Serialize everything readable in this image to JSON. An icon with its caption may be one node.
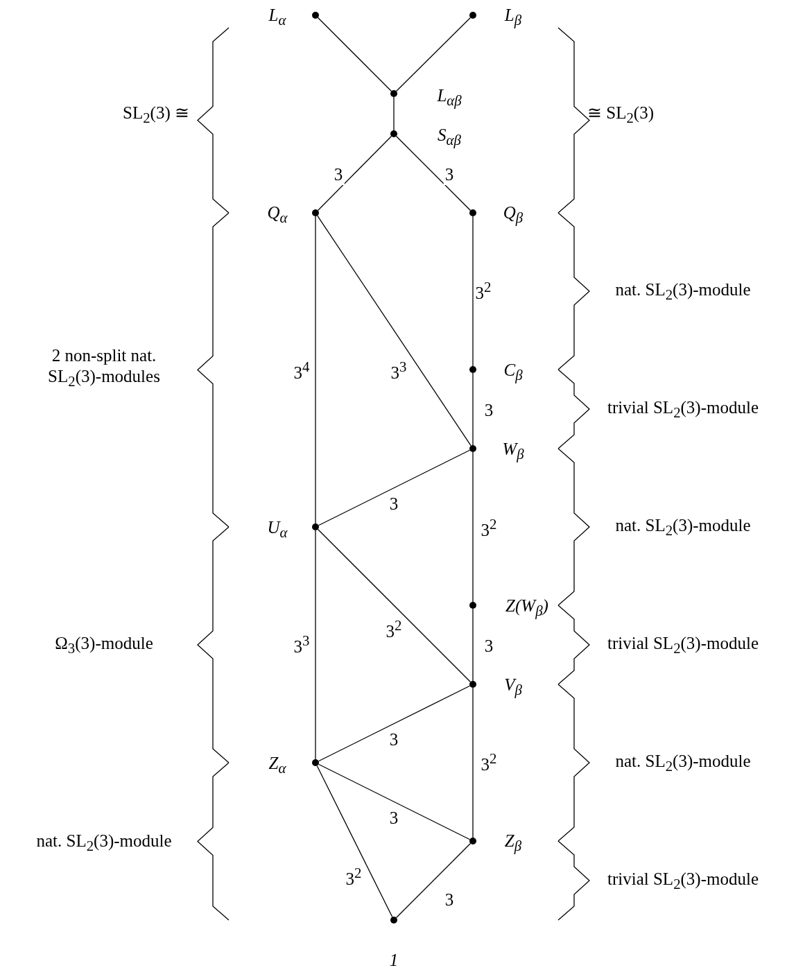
{
  "diagram": {
    "nodes": [
      {
        "text": [],
        "shape": "circle",
        "beside": [
          "L$_{α}$"
        ]
      },
      {
        "text": [],
        "shape": "circle",
        "beside": [
          "L$_{β}$"
        ]
      },
      {
        "text": [],
        "shape": "circle",
        "beside": [
          "L$_{αβ}$"
        ]
      },
      {
        "text": [],
        "shape": "circle",
        "beside": [
          "S$_{αβ}$"
        ]
      },
      {
        "text": [],
        "shape": "circle",
        "beside": [
          "Q$_{α}$"
        ]
      },
      {
        "text": [],
        "shape": "circle",
        "beside": [
          "Q$_{β}$"
        ]
      },
      {
        "text": [],
        "shape": "circle",
        "beside": [
          "C$_{β}$"
        ]
      },
      {
        "text": [],
        "shape": "circle",
        "beside": [
          "W$_{β}$"
        ]
      },
      {
        "text": [],
        "shape": "circle",
        "beside": [
          "U$_{α}$"
        ]
      },
      {
        "text": [],
        "shape": "circle",
        "beside": [
          "Z(W$_{β}$)"
        ]
      },
      {
        "text": [],
        "shape": "circle",
        "beside": [
          "V$_{β}$"
        ]
      },
      {
        "text": [],
        "shape": "circle",
        "beside": [
          "Z$_{α}$"
        ]
      },
      {
        "text": [],
        "shape": "circle",
        "beside": [
          "Z$_{β}$"
        ]
      },
      {
        "text": [],
        "shape": "circle",
        "beside": [
          "1"
        ]
      }
    ],
    "edges": [
      {
        "from": 0,
        "to": 2,
        "arrow": "none"
      },
      {
        "from": 1,
        "to": 2,
        "arrow": "none"
      },
      {
        "from": 2,
        "to": 3,
        "arrow": "none"
      },
      {
        "from": 3,
        "to": 4,
        "arrow": "none",
        "label": "3"
      },
      {
        "from": 3,
        "to": 5,
        "arrow": "none",
        "label": "3"
      },
      {
        "from": 4,
        "to": 8,
        "arrow": "none",
        "label": "3$^{4}$"
      },
      {
        "from": 4,
        "to": 7,
        "arrow": "none",
        "label": "3$^{3}$"
      },
      {
        "from": 5,
        "to": 6,
        "arrow": "none",
        "label": "3$^{2}$"
      },
      {
        "from": 6,
        "to": 7,
        "arrow": "none",
        "label": "3"
      },
      {
        "from": 7,
        "to": 8,
        "arrow": "none",
        "label": "3"
      },
      {
        "from": 7,
        "to": 9,
        "arrow": "none",
        "label": "3$^{2}$"
      },
      {
        "from": 8,
        "to": 11,
        "arrow": "none",
        "label": "3$^{3}$"
      },
      {
        "from": 8,
        "to": 10,
        "arrow": "none",
        "label": "3$^{2}$"
      },
      {
        "from": 9,
        "to": 10,
        "arrow": "none",
        "label": "3"
      },
      {
        "from": 10,
        "to": 11,
        "arrow": "none",
        "label": "3"
      },
      {
        "from": 10,
        "to": 12,
        "arrow": "none",
        "label": "3$^{2}$"
      },
      {
        "from": 11,
        "to": 12,
        "arrow": "none",
        "label": "3"
      },
      {
        "from": 11,
        "to": 13,
        "arrow": "none",
        "label": "3$^{2}$"
      },
      {
        "from": 12,
        "to": 13,
        "arrow": "none",
        "label": "3"
      }
    ],
    "labels": [
      "SL$_{2}$(3) ≅",
      "≅ SL$_{2}$(3)",
      "nat. SL$_{2}$(3)-module",
      "2 non-split nat. SL$_{2}$(3)-modules",
      "trivial SL$_{2}$(3)-module",
      "nat. SL$_{2}$(3)-module",
      "Ω$_{3}$(3)-module",
      "trivial SL$_{2}$(3)-module",
      "nat. SL$_{2}$(3)-module",
      "nat. SL$_{2}$(3)-module",
      "trivial SL$_{2}$(3)-module"
    ]
  }
}
